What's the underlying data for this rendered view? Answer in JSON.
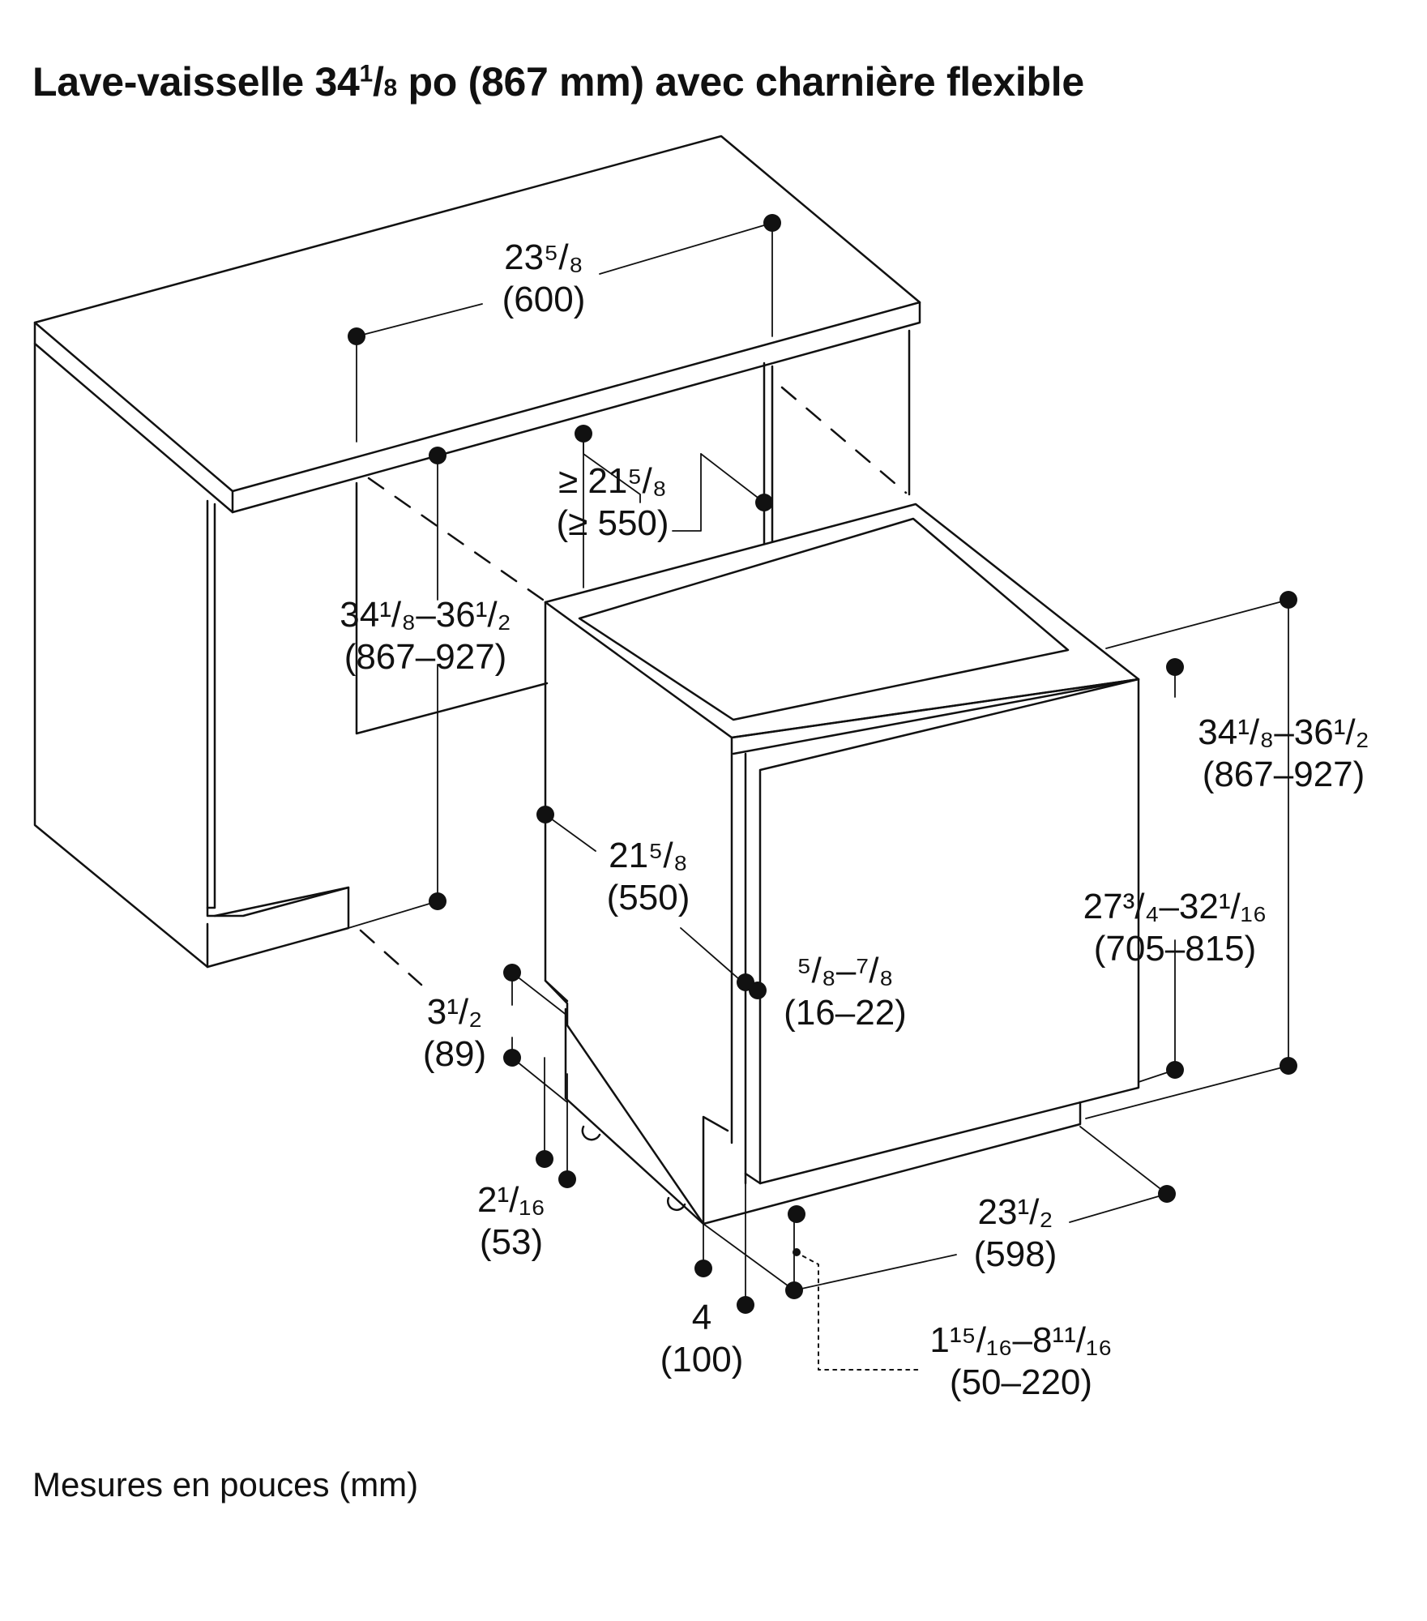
{
  "title": {
    "prefix": "Lave-vaisselle 34",
    "sup": "1",
    "sub": "8",
    "suffix": " po (867 mm) avec charnière flexible"
  },
  "footnote": "Mesures en pouces (mm)",
  "dimensions": [
    {
      "id": "counter-depth",
      "inch": "23⁵/₈",
      "mm": "(600)"
    },
    {
      "id": "cabinet-depth-min",
      "inch": "≥ 21⁵/₈",
      "mm": "(≥ 550)"
    },
    {
      "id": "niche-height-left",
      "inch": "34¹/₈–36¹/₂",
      "mm": "(867–927)"
    },
    {
      "id": "niche-height-right",
      "inch": "34¹/₈–36¹/₂",
      "mm": "(867–927)"
    },
    {
      "id": "appliance-depth",
      "inch": "21⁵/₈",
      "mm": "(550)"
    },
    {
      "id": "door-gap",
      "inch": "⁵/₈–⁷/₈",
      "mm": "(16–22)"
    },
    {
      "id": "door-panel-height",
      "inch": "27³/₄–32¹/₁₆",
      "mm": "(705–815)"
    },
    {
      "id": "toe-kick-depth",
      "inch": "3¹/₂",
      "mm": "(89)"
    },
    {
      "id": "toe-kick-setback",
      "inch": "2¹/₁₆",
      "mm": "(53)"
    },
    {
      "id": "plinth-height",
      "inch": "4",
      "mm": "(100)"
    },
    {
      "id": "appliance-width",
      "inch": "23¹/₂",
      "mm": "(598)"
    },
    {
      "id": "foot-adjust",
      "inch": "1¹⁵/₁₆–8¹¹/₁₆",
      "mm": "(50–220)"
    }
  ]
}
